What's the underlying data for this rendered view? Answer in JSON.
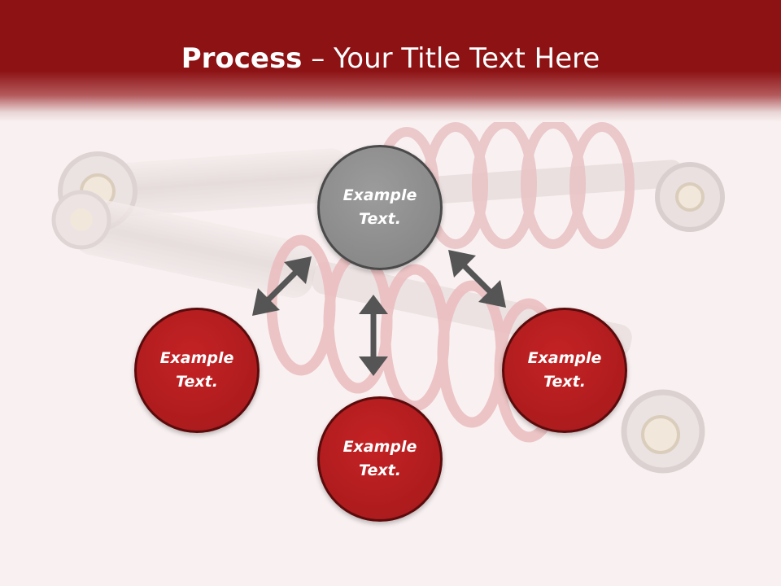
{
  "title": {
    "bold": "Process",
    "rest": " – Your Title Text Here"
  },
  "nodes": {
    "top": {
      "line1": "Example",
      "line2": "Text."
    },
    "left": {
      "line1": "Example",
      "line2": "Text."
    },
    "bottom": {
      "line1": "Example",
      "line2": "Text."
    },
    "right": {
      "line1": "Example",
      "line2": "Text."
    }
  },
  "colors": {
    "header": "#8c1214",
    "gray_node": "#8c8c8c",
    "red_node": "#b31e20",
    "arrow": "#555555"
  },
  "background": {
    "icon": "shock-absorber-image"
  }
}
